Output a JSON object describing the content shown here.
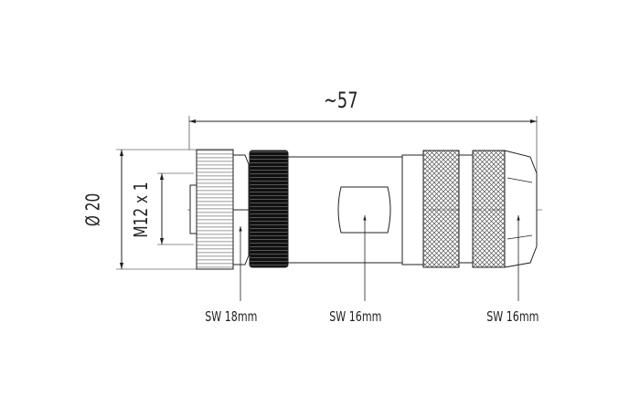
{
  "dimensions": {
    "overall_length": "~57",
    "diameter": "Ø 20",
    "thread": "M12 x 1"
  },
  "callouts": [
    "SW 18mm",
    "SW 16mm",
    "SW 16mm"
  ]
}
